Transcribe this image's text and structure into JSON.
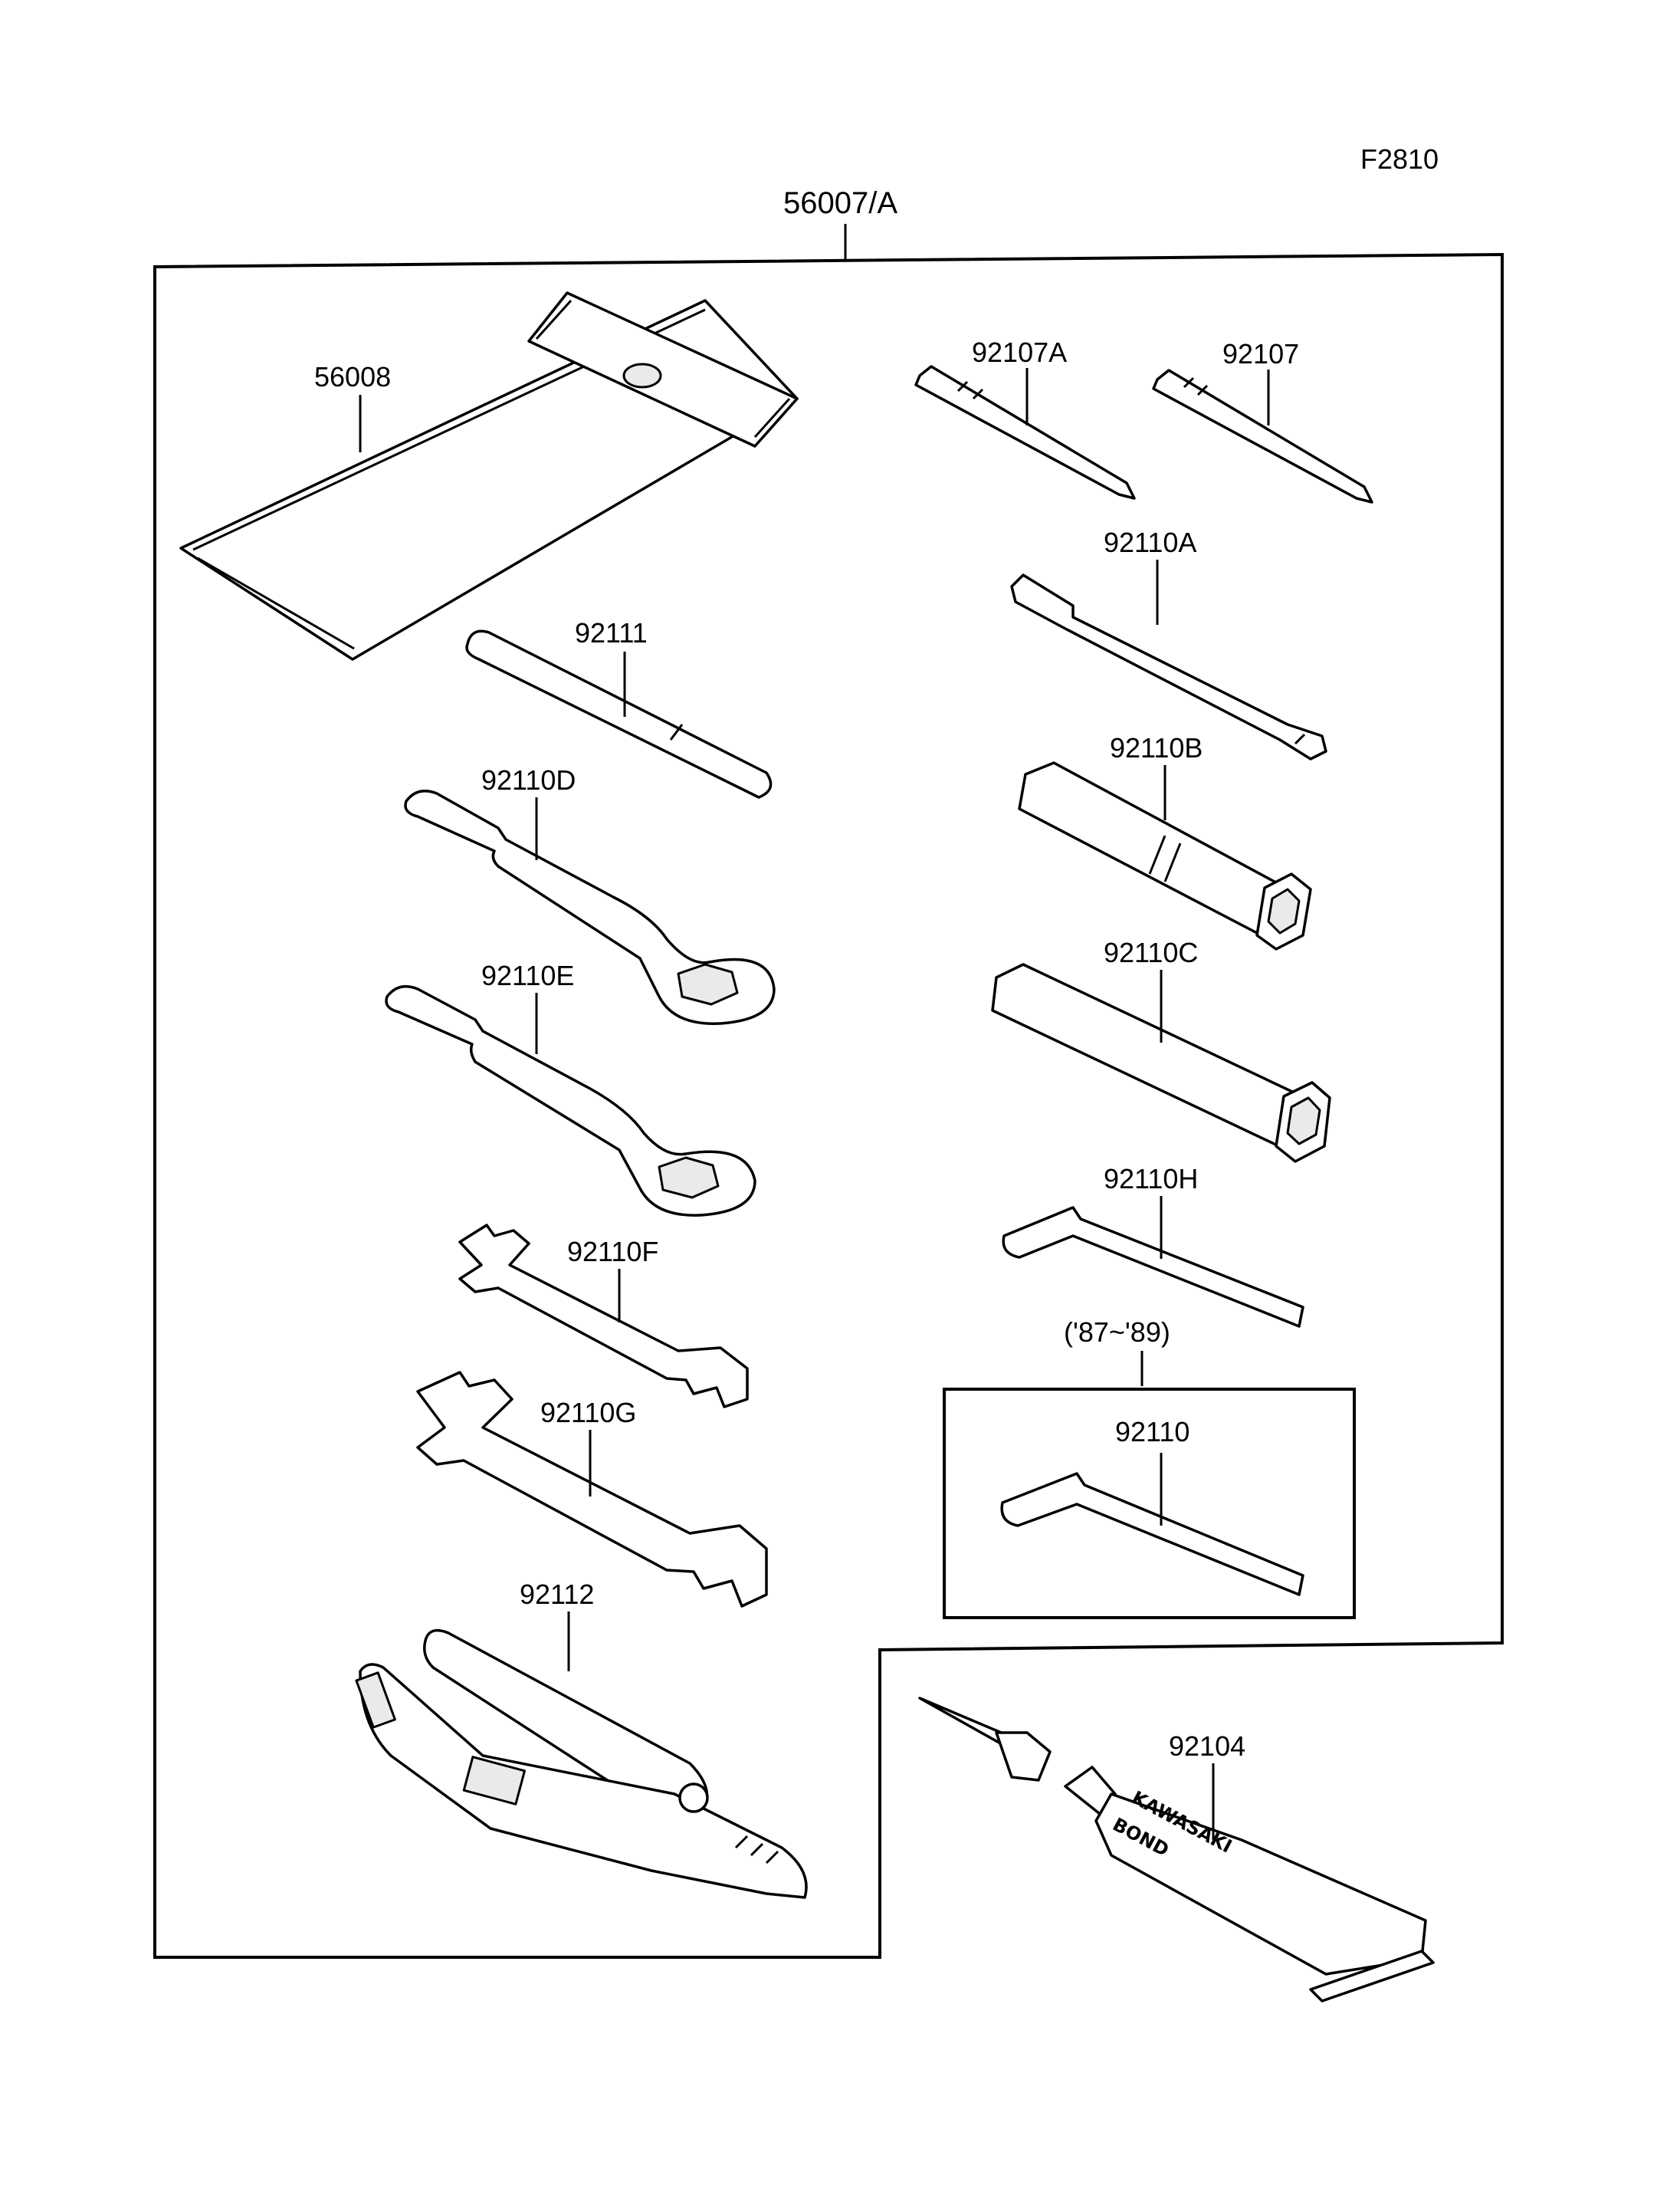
{
  "diagram": {
    "figure_code": "F2810",
    "kit_label": "56007/A",
    "era_note": "('87~'89)",
    "parts": [
      {
        "id": "bag",
        "number": "56008"
      },
      {
        "id": "screwdriver-bit-a",
        "number": "92107A"
      },
      {
        "id": "screwdriver-bit",
        "number": "92107"
      },
      {
        "id": "spoke-wrench",
        "number": "92110A"
      },
      {
        "id": "extension-bar",
        "number": "92111"
      },
      {
        "id": "socket-wrench-b",
        "number": "92110B"
      },
      {
        "id": "box-wrench-d",
        "number": "92110D"
      },
      {
        "id": "socket-wrench-c",
        "number": "92110C"
      },
      {
        "id": "box-wrench-e",
        "number": "92110E"
      },
      {
        "id": "hex-key-h",
        "number": "92110H"
      },
      {
        "id": "open-wrench-f",
        "number": "92110F"
      },
      {
        "id": "open-wrench-g",
        "number": "92110G"
      },
      {
        "id": "hex-key",
        "number": "92110"
      },
      {
        "id": "pliers",
        "number": "92112"
      },
      {
        "id": "bond-tube",
        "number": "92104"
      }
    ],
    "tube_text_line1": "KAWASAKI",
    "tube_text_line2": "BOND"
  }
}
